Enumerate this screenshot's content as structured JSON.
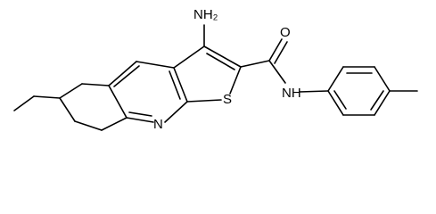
{
  "molecule": {
    "atom_labels": {
      "nh2": "NH₂",
      "oxygen": "O",
      "amide_nh": "NH",
      "sulfur": "S",
      "pyridine_n": "N"
    },
    "bond_color": "#000000",
    "background": "#ffffff"
  }
}
